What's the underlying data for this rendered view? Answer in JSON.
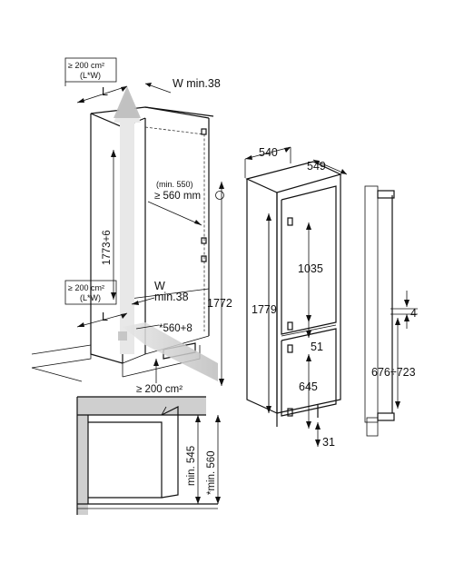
{
  "labels": {
    "vent_top": "≥ 200 cm²",
    "vent_top_sub": "(L*W)",
    "dim_L_top": "L",
    "dim_W_top": "W min.38",
    "niche_height": "1773+6",
    "min550": "(min. 550)",
    "min560": "≥ 560 mm",
    "vent_mid": "≥ 200 cm²",
    "vent_mid_sub": "(L*W)",
    "dim_W_mid": "W",
    "dim_W_mid_val": "min.38",
    "dim_L_bottom": "L",
    "depth560": "*560+8",
    "height1772": "1772",
    "vent_bottom": "≥ 200 cm²",
    "width540": "540",
    "depth549": "549",
    "height1779": "1779",
    "fridge1035": "1035",
    "gap51": "51",
    "freezer645": "645",
    "foot31": "31",
    "door_gap4": "4",
    "door_range": "676÷723",
    "min545": "min. 545",
    "min560_star": "*min. 560"
  }
}
